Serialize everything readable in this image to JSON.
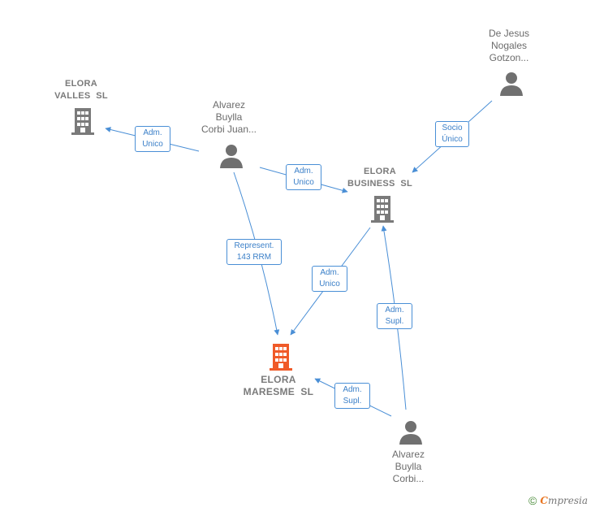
{
  "colors": {
    "edge": "#4a8fd6",
    "company": "#7a7a7a",
    "company_main": "#f05a28",
    "person": "#707070"
  },
  "nodes": {
    "elora_valles": {
      "label": "ELORA\nVALLES  SL",
      "type": "company",
      "icon": "building-icon"
    },
    "elora_business": {
      "label": "ELORA\nBUSINESS  SL",
      "type": "company",
      "icon": "building-icon"
    },
    "elora_maresme": {
      "label": "ELORA\nMARESME  SL",
      "type": "company-main",
      "icon": "building-icon"
    },
    "alvarez_juan": {
      "label": "Alvarez\nBuylla\nCorbi Juan...",
      "type": "person",
      "icon": "person-icon"
    },
    "de_jesus": {
      "label": "De Jesus\nNogales\nGotzon...",
      "type": "person",
      "icon": "person-icon"
    },
    "alvarez_corbi": {
      "label": "Alvarez\nBuylla\nCorbi...",
      "type": "person",
      "icon": "person-icon"
    }
  },
  "edges": {
    "e1": {
      "label": "Adm.\nUnico"
    },
    "e2": {
      "label": "Adm.\nUnico"
    },
    "e3": {
      "label": "Represent.\n143 RRM"
    },
    "e4": {
      "label": "Socio\nÚnico"
    },
    "e5": {
      "label": "Adm.\nUnico"
    },
    "e6": {
      "label": "Adm.\nSupl."
    },
    "e7": {
      "label": "Adm.\nSupl."
    }
  },
  "footer": {
    "copyright": "©",
    "brand_first": "C",
    "brand_rest": "mpresia"
  }
}
